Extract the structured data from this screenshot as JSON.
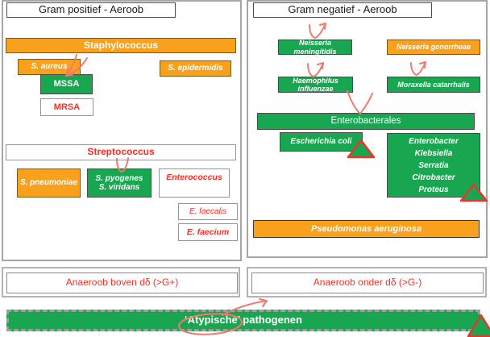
{
  "panels": {
    "gram_positive": {
      "title": "Gram positief - Aeroob",
      "staph": {
        "header": "Staphylococcus",
        "s_aureus": "S. aureus",
        "s_epidermidis": "S. epidermidis",
        "mssa": "MSSA",
        "mrsa": "MRSA"
      },
      "strep": {
        "header": "Streptococcus",
        "s_pneumoniae": "S. pneumoniae",
        "s_pyogenes": "S. pyogenes",
        "s_viridans": "S. viridans",
        "enterococcus": "Enterococcus",
        "e_faecalis": "E. faecalis",
        "e_faecium": "E. faecium"
      }
    },
    "gram_negative": {
      "title": "Gram negatief - Aeroob",
      "neisseria_meningitidis": "Neisseria meningitidis",
      "neisseria_gonorrheae": "Neisseria gonorrheae",
      "haemophilus_influenzae": "Haemophilus influenzae",
      "moraxella_catarrhalis": "Moraxella catarrhalis",
      "enterobacterales_header": "Enterobacterales",
      "escherichia_coli": "Escherichia coli",
      "entero_group": [
        "Enterobacter",
        "Klebsiella",
        "Serratia",
        "Citrobacter",
        "Proteus"
      ],
      "pseudomonas": "Pseudomonas aeruginosa"
    }
  },
  "bottom": {
    "anaerob_above": "Anaeroob boven dδ (>G+)",
    "anaerob_below": "Anaeroob onder dδ (>G-)",
    "atypical": "‘Atypische’ pathogenen"
  },
  "colors": {
    "green": "#18a750",
    "orange": "#f9a11c",
    "red_text": "#ff2d23",
    "annotation_red": "#f2796d",
    "triangle_border_red": "#e5372b",
    "panel_border_gray": "#a6a6a6"
  },
  "annotations": {
    "marks": [
      "check-into-mssa",
      "loop-streptococcus-to-pyogenes",
      "check-above-neisseria-meningitidis",
      "check-above-haemophilus-influenzae",
      "check-above-moraxella-catarrhalis",
      "v-into-enterobacterales",
      "circle-around-atypische",
      "triangle-marker-escherichia-coli",
      "triangle-marker-entero-group",
      "triangle-marker-bottom-right"
    ]
  }
}
